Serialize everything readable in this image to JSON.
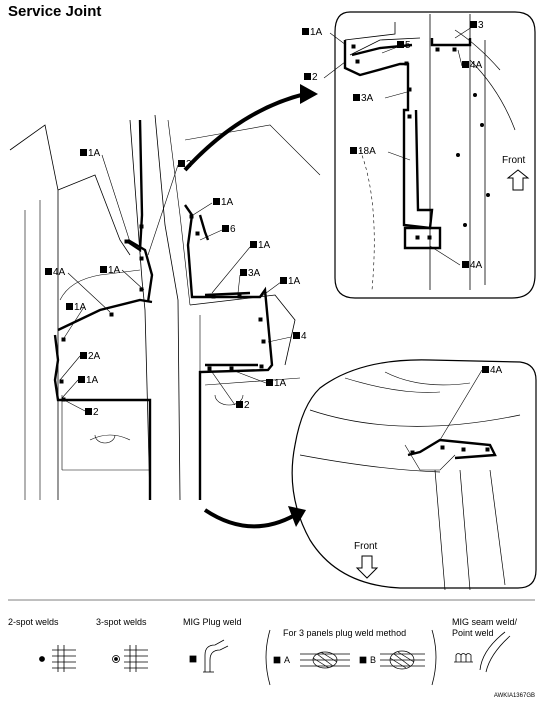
{
  "title": "Service Joint",
  "callouts": {
    "c1A_top": "1A",
    "c2_top": "2",
    "c3_top": "3",
    "c5_top": "5",
    "c4A_top": "4A",
    "c3A_top": "3A",
    "c18A_top": "18A",
    "c4A_topbot": "4A",
    "c1A_a": "1A",
    "c2_a": "2",
    "c1A_b": "1A",
    "c6_a": "6",
    "c1A_c": "1A",
    "c4A_a": "4A",
    "c1A_d": "1A",
    "c3A_a": "3A",
    "c1A_e": "1A",
    "c1A_f": "1A",
    "c4_a": "4",
    "c2A_a": "2A",
    "c1A_g": "1A",
    "c1A_h": "1A",
    "c2_b": "2",
    "c2_c": "2",
    "c4A_bot": "4A"
  },
  "front_top": "Front",
  "front_bottom": "Front",
  "legend": {
    "two_spot": "2-spot welds",
    "three_spot": "3-spot welds",
    "mig_plug": "MIG Plug weld",
    "three_panels": "For 3 panels plug weld method",
    "method_a": "A",
    "method_b": "B",
    "mig_seam_1": "MIG seam weld/",
    "mig_seam_2": "Point weld"
  },
  "figure_code": "AWKIA1367GB"
}
